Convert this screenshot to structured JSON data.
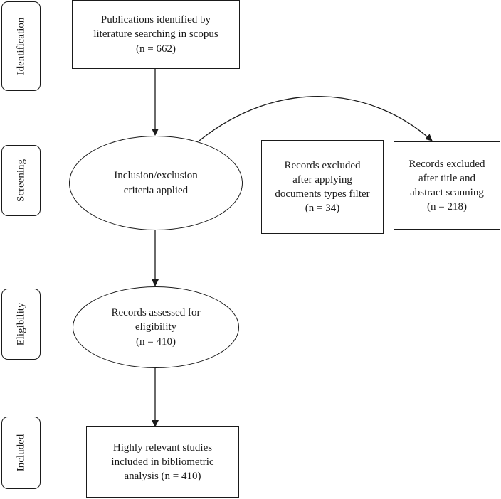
{
  "stages": {
    "identification": "Identification",
    "screening": "Screening",
    "eligibility": "Eligibility",
    "included": "Included"
  },
  "nodes": {
    "identified": "Publications identified by\nliterature searching in scopus\n(n = 662)",
    "criteria": "Inclusion/exclusion\ncriteria applied",
    "excluded_doc_types": "Records excluded\nafter applying\ndocuments types filter\n(n = 34)",
    "excluded_title_abstract": "Records excluded\nafter title and\nabstract scanning\n(n = 218)",
    "assessed": "Records assessed for\neligibility\n(n = 410)",
    "included_studies": "Highly relevant studies\nincluded in bibliometric\nanalysis (n = 410)"
  }
}
